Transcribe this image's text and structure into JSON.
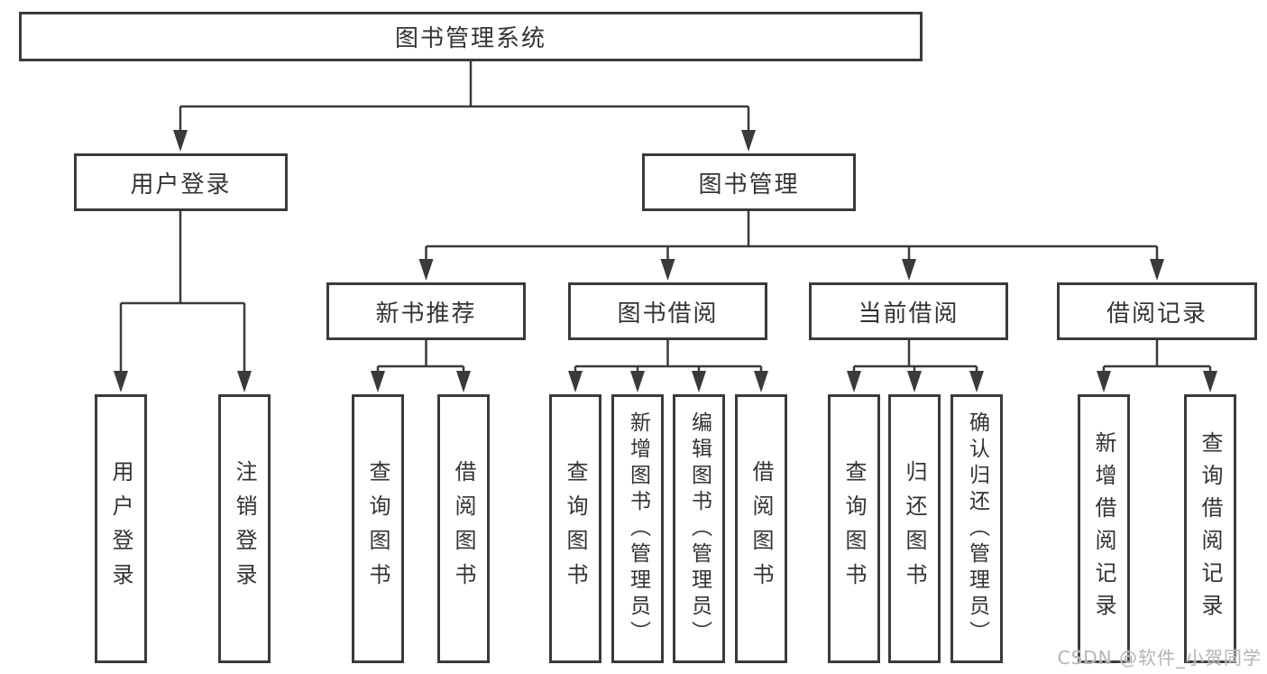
{
  "tree": {
    "root": {
      "label": "图书管理系统"
    },
    "children": [
      {
        "label": "用户登录",
        "children": [
          {
            "label": "用户登录"
          },
          {
            "label": "注销登录"
          }
        ]
      },
      {
        "label": "图书管理",
        "children": [
          {
            "label": "新书推荐",
            "children": [
              {
                "label": "查询图书"
              },
              {
                "label": "借阅图书"
              }
            ]
          },
          {
            "label": "图书借阅",
            "children": [
              {
                "label": "查询图书"
              },
              {
                "label": "新增图书（管理员）"
              },
              {
                "label": "编辑图书（管理员）"
              },
              {
                "label": "借阅图书"
              }
            ]
          },
          {
            "label": "当前借阅",
            "children": [
              {
                "label": "查询图书"
              },
              {
                "label": "归还图书"
              },
              {
                "label": "确认归还（管理员）"
              }
            ]
          },
          {
            "label": "借阅记录",
            "children": [
              {
                "label": "新增借阅记录"
              },
              {
                "label": "查询借阅记录"
              }
            ]
          }
        ]
      }
    ]
  },
  "watermark": {
    "text": "CSDN @软件_小贺同学"
  },
  "colors": {
    "line": "#3a3a3a",
    "box_border": "#3a3a3a",
    "text": "#333333",
    "background": "#ffffff",
    "watermark": "#b4b4b4"
  }
}
